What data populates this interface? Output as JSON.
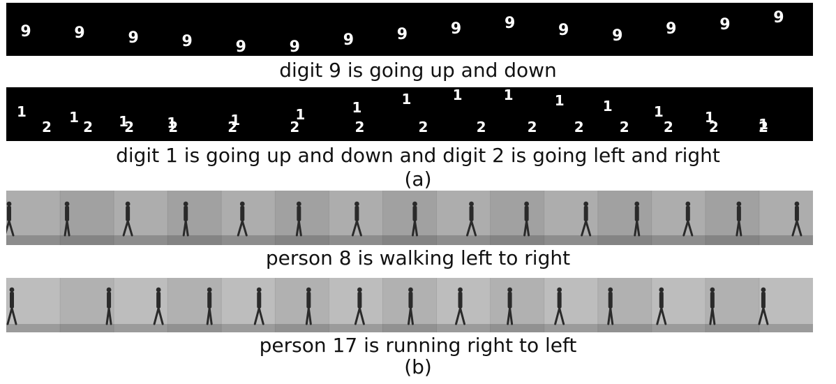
{
  "panel_a": {
    "sequence_1": {
      "caption": "digit 9 is going up and down",
      "digit": "9",
      "frame_count": 15
    },
    "sequence_2": {
      "caption": "digit 1 is going up and down and digit 2 is going left and right",
      "digits": [
        "1",
        "2"
      ],
      "frame_count": 15
    },
    "label": "(a)"
  },
  "panel_b": {
    "sequence_1": {
      "caption": "person 8 is walking left to right",
      "frame_count": 15
    },
    "sequence_2": {
      "caption": "person 17 is running right to left",
      "frame_count": 15
    },
    "label": "(b)"
  },
  "colors": {
    "mnist_background": "#000000",
    "mnist_digit": "#ffffff",
    "kth_background_walking": "#a8a8a8",
    "kth_background_running": "#b9b9b9",
    "person_silhouette": "#2a2a2a"
  }
}
